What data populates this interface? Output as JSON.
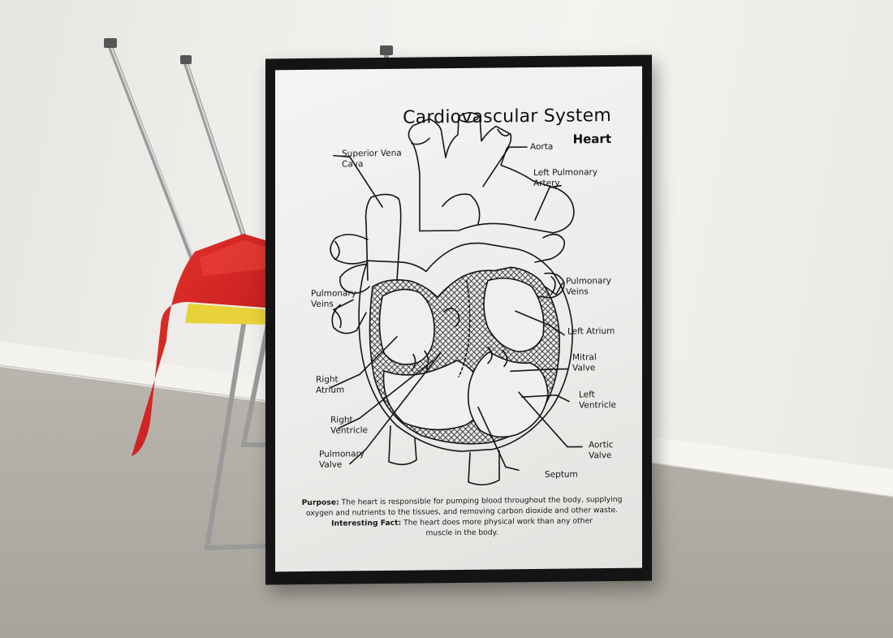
{
  "poster": {
    "title": "Cardiovascular System",
    "subtitle": "Heart",
    "labels": {
      "superior_vena_cava_1": "Superior Vena",
      "superior_vena_cava_2": "Cava",
      "aorta": "Aorta",
      "left_pulmonary_artery_1": "Left Pulmonary",
      "left_pulmonary_artery_2": "Artery",
      "pulmonary_veins_left_1": "Pulmonary",
      "pulmonary_veins_left_2": "Veins",
      "pulmonary_veins_right_1": "Pulmonary",
      "pulmonary_veins_right_2": "Veins",
      "left_atrium": "Left Atrium",
      "mitral_valve_1": "Mitral",
      "mitral_valve_2": "Valve",
      "right_atrium_1": "Right",
      "right_atrium_2": "Atrium",
      "left_ventricle_1": "Left",
      "left_ventricle_2": "Ventricle",
      "right_ventricle_1": "Right",
      "right_ventricle_2": "Ventricle",
      "aortic_valve_1": "Aortic",
      "aortic_valve_2": "Valve",
      "pulmonary_valve_1": "Pulmonary",
      "pulmonary_valve_2": "Valve",
      "septum": "Septum"
    },
    "purpose_label": "Purpose:",
    "purpose_text_1": " The heart is responsible for pumping blood throughout the body, supplying",
    "purpose_text_2": "oxygen and nutrients to the tissues, and removing carbon dioxide and other waste.",
    "fact_label": "Interesting Fact:",
    "fact_text_1": " The heart does more physical work than any other",
    "fact_text_2": "muscle in the body."
  },
  "colors": {
    "chair_seat": "#d8231f",
    "chair_yellow": "#e8d23a",
    "frame": "#141414",
    "ink": "#151515"
  }
}
